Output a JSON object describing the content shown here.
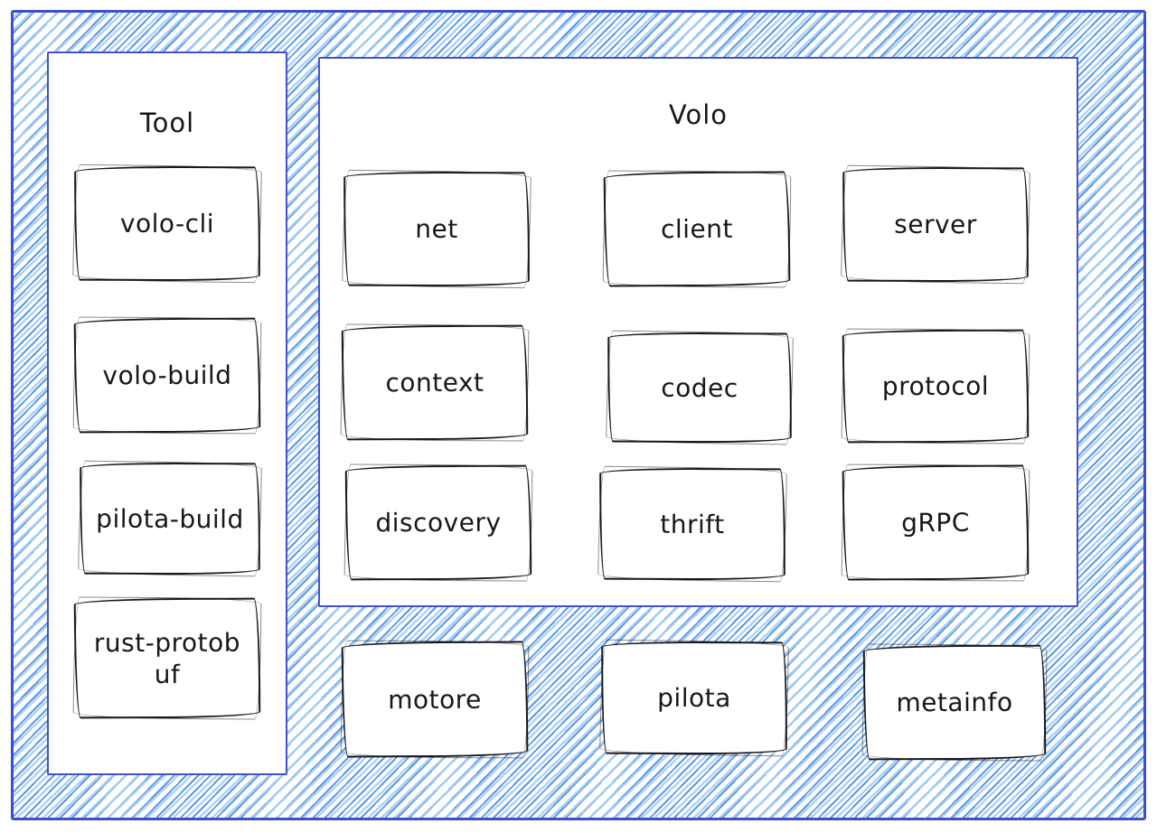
{
  "diagram": {
    "tool_panel": {
      "title": "Tool",
      "items": [
        "volo-cli",
        "volo-build",
        "pilota-build",
        "rust-protobuf"
      ]
    },
    "volo_panel": {
      "title": "Volo",
      "items": [
        "net",
        "client",
        "server",
        "context",
        "codec",
        "protocol",
        "discovery",
        "thrift",
        "gRPC"
      ]
    },
    "standalone_items": [
      "motore",
      "pilota",
      "metainfo"
    ],
    "colors": {
      "frame_border": "#3c4fce",
      "hatch_blue": "#4d90e5",
      "hatch_light_blue": "#a8cdf4",
      "panel_border": "#4153cb",
      "box_border": "#17171c",
      "text": "#17171c",
      "background": "#ffffff"
    }
  }
}
